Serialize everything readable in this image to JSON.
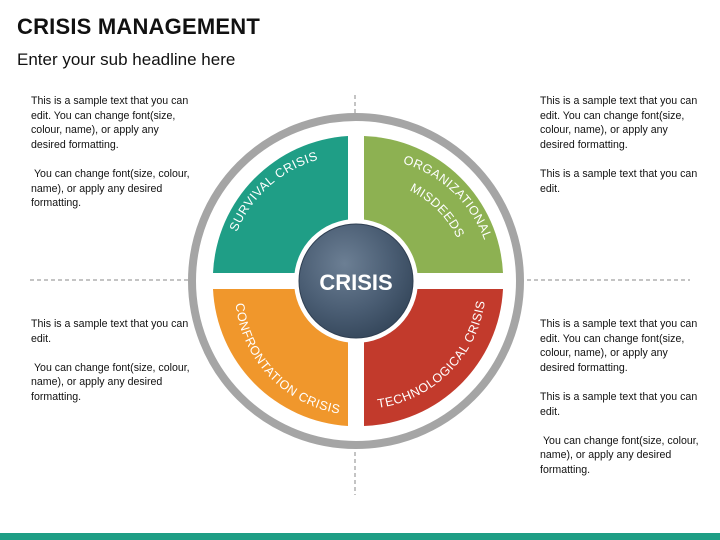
{
  "header": {
    "title": "CRISIS MANAGEMENT",
    "subtitle": "Enter your sub headline here"
  },
  "text_blocks": {
    "top_left": "This is a sample text that you can edit. You can change font(size, colour, name), or apply any desired formatting.\n\n You can change font(size, colour, name), or apply any desired formatting.",
    "bottom_left": "This is a sample text that you can edit.\n\n You can change font(size, colour, name), or apply any desired formatting.",
    "top_right": "This is a sample text that you can edit. You can change font(size, colour, name), or apply any desired formatting.\n\nThis is a sample text that you can edit.",
    "bottom_right": "This is a sample text that you can edit. You can change font(size, colour, name), or apply any desired formatting.\n\nThis is a sample text that you can edit.\n\n You can change font(size, colour, name), or apply any desired formatting."
  },
  "diagram": {
    "center_label": "CRISIS",
    "segments": [
      {
        "label": "SURVIVAL CRISIS",
        "color": "#1f9e86"
      },
      {
        "label_line1": "ORGANIZATIONAL",
        "label_line2": "MISDEEDS",
        "color": "#8db152"
      },
      {
        "label": "CONFRONTATION CRISIS",
        "color": "#f0972c"
      },
      {
        "label": "TECHNOLOGICAL CRISIS",
        "color": "#c23a2c"
      }
    ],
    "ring_color": "#a5a5a5",
    "hub_color": "#4a5d73"
  },
  "colors": {
    "accent_bar": "#1e9e85"
  }
}
